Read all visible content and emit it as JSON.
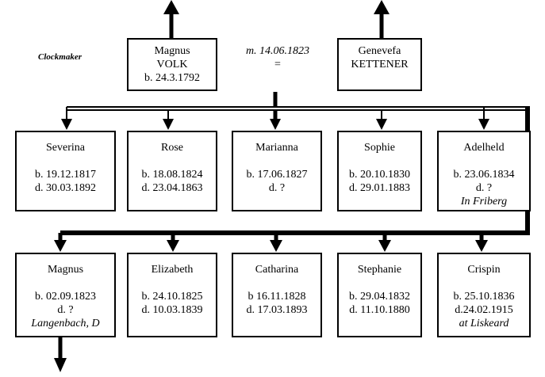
{
  "occupation_note": "Clockmaker",
  "marriage": {
    "date": "m. 14.06.1823",
    "symbol": "="
  },
  "father": {
    "given": "Magnus",
    "surname": "VOLK",
    "birth": "b. 24.3.1792"
  },
  "mother": {
    "given": "Genevefa",
    "surname": "KETTENER"
  },
  "children_row1": [
    {
      "name": "Severina",
      "lines": [
        "b. 19.12.1817",
        "d. 30.03.1892"
      ],
      "note": ""
    },
    {
      "name": "Rose",
      "lines": [
        "b. 18.08.1824",
        "d. 23.04.1863"
      ],
      "note": ""
    },
    {
      "name": "Marianna",
      "lines": [
        "b. 17.06.1827",
        "d. ?"
      ],
      "note": ""
    },
    {
      "name": "Sophie",
      "lines": [
        "b. 20.10.1830",
        "d. 29.01.1883"
      ],
      "note": ""
    },
    {
      "name": "Adelheld",
      "lines": [
        "b. 23.06.1834",
        "d. ?"
      ],
      "note": "In Friberg"
    }
  ],
  "children_row2": [
    {
      "name": "Magnus",
      "lines": [
        "b. 02.09.1823",
        "d. ?"
      ],
      "note": "Langenbach, D"
    },
    {
      "name": "Elizabeth",
      "lines": [
        "b. 24.10.1825",
        "d. 10.03.1839"
      ],
      "note": ""
    },
    {
      "name": "Catharina",
      "lines": [
        "b 16.11.1828",
        "d. 17.03.1893"
      ],
      "note": ""
    },
    {
      "name": "Stephanie",
      "lines": [
        "b. 29.04.1832",
        "d. 11.10.1880"
      ],
      "note": ""
    },
    {
      "name": "Crispin",
      "lines": [
        "b. 25.10.1836",
        "d.24.02.1915"
      ],
      "note": "at Liskeard"
    }
  ]
}
